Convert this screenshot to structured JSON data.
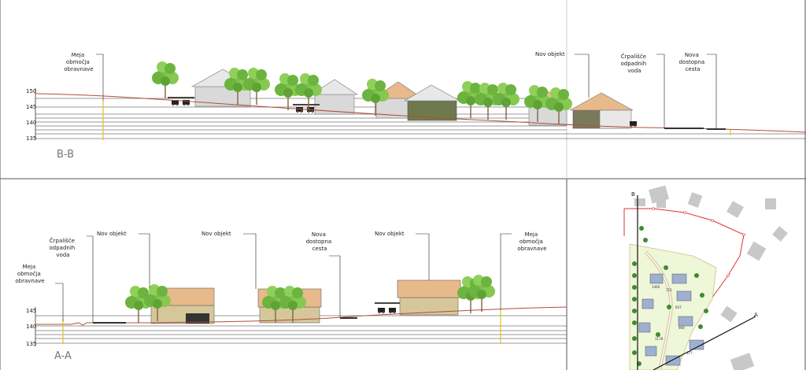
{
  "section_bb": {
    "title": "B-B",
    "ticks": [
      "150",
      "145",
      "140",
      "135"
    ],
    "labels": {
      "meja": [
        "Meja",
        "območja",
        "obravnave"
      ],
      "nov_objekt": "Nov objekt",
      "crpalisce": [
        "Črpališče",
        "odpadnih",
        "voda"
      ],
      "nova_cesta": [
        "Nova",
        "dostopna",
        "cesta"
      ]
    }
  },
  "section_aa": {
    "title": "A-A",
    "ticks": [
      "145",
      "140",
      "135"
    ],
    "labels": {
      "meja_left": [
        "Meja",
        "območja",
        "obravnave"
      ],
      "crpalisce": [
        "Črpališče",
        "odpadnih",
        "voda"
      ],
      "nov_objekt_1": "Nov objekt",
      "nov_objekt_2": "Nov objekt",
      "nova_cesta": [
        "Nova",
        "dostopna",
        "cesta"
      ],
      "nov_objekt_3": "Nov objekt",
      "meja_right": [
        "Meja",
        "območja",
        "obravnave"
      ]
    }
  },
  "site_plan": {
    "label_b": "B",
    "label_a": "A",
    "parcel_numbers": [
      "1460",
      "715",
      "937",
      "969",
      "1178",
      "977"
    ]
  },
  "colors": {
    "tree": "#7cc24a",
    "tree_dark": "#4e9a2c",
    "roof": "#e8b98a",
    "wall": "#c9b98a",
    "ground": "#b0503a",
    "boundary": "#e03030"
  }
}
